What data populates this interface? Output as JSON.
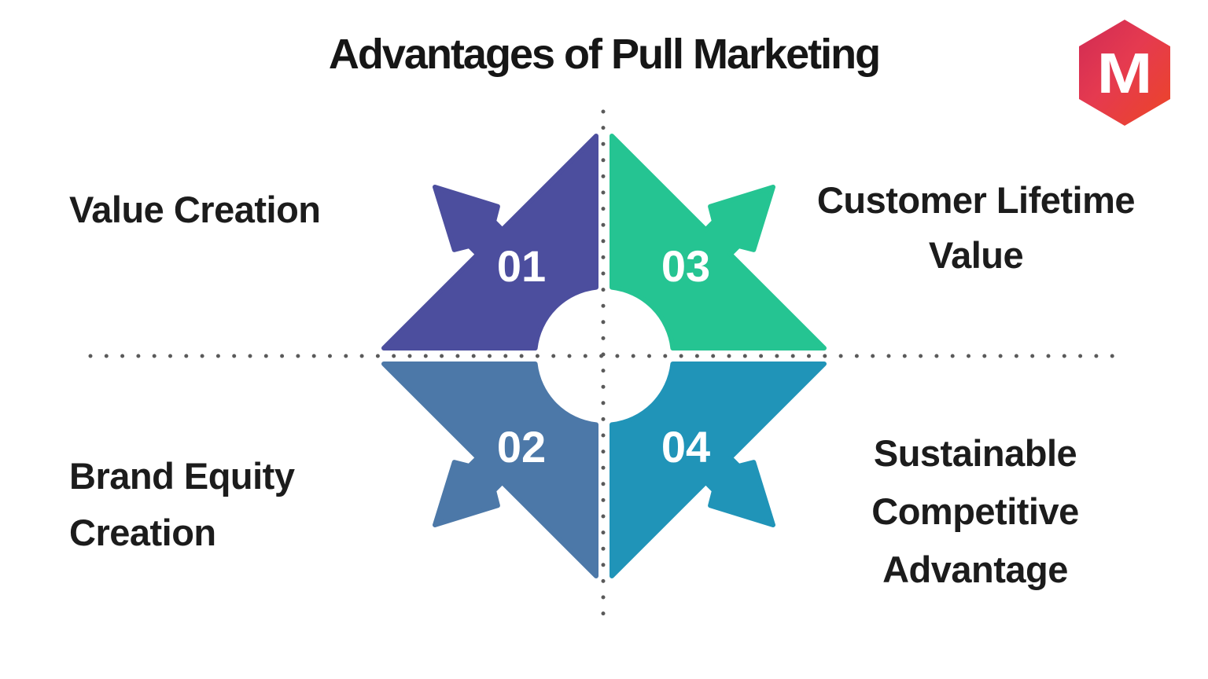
{
  "title": "Advantages of Pull Marketing",
  "logo": {
    "letter": "M",
    "gradient_start": "#d02b54",
    "gradient_mid": "#e53a50",
    "gradient_end": "#ec4526"
  },
  "axes": {
    "dot_color": "#5a5a5a"
  },
  "quadrants": [
    {
      "number": "01",
      "label": "Value Creation",
      "label_lines": [
        "Value Creation"
      ],
      "color": "#4C4E9E",
      "position": "top-left"
    },
    {
      "number": "02",
      "label": "Brand Equity Creation",
      "label_lines": [
        "Brand Equity",
        "Creation"
      ],
      "color": "#4C78A8",
      "position": "bottom-left"
    },
    {
      "number": "03",
      "label": "Customer Lifetime Value",
      "label_lines": [
        "Customer Lifetime",
        "Value"
      ],
      "color": "#25C492",
      "position": "top-right"
    },
    {
      "number": "04",
      "label": "Sustainable Competitive Advantage",
      "label_lines": [
        "Sustainable",
        "Competitive",
        "Advantage"
      ],
      "color": "#2094B8",
      "position": "bottom-right"
    }
  ]
}
